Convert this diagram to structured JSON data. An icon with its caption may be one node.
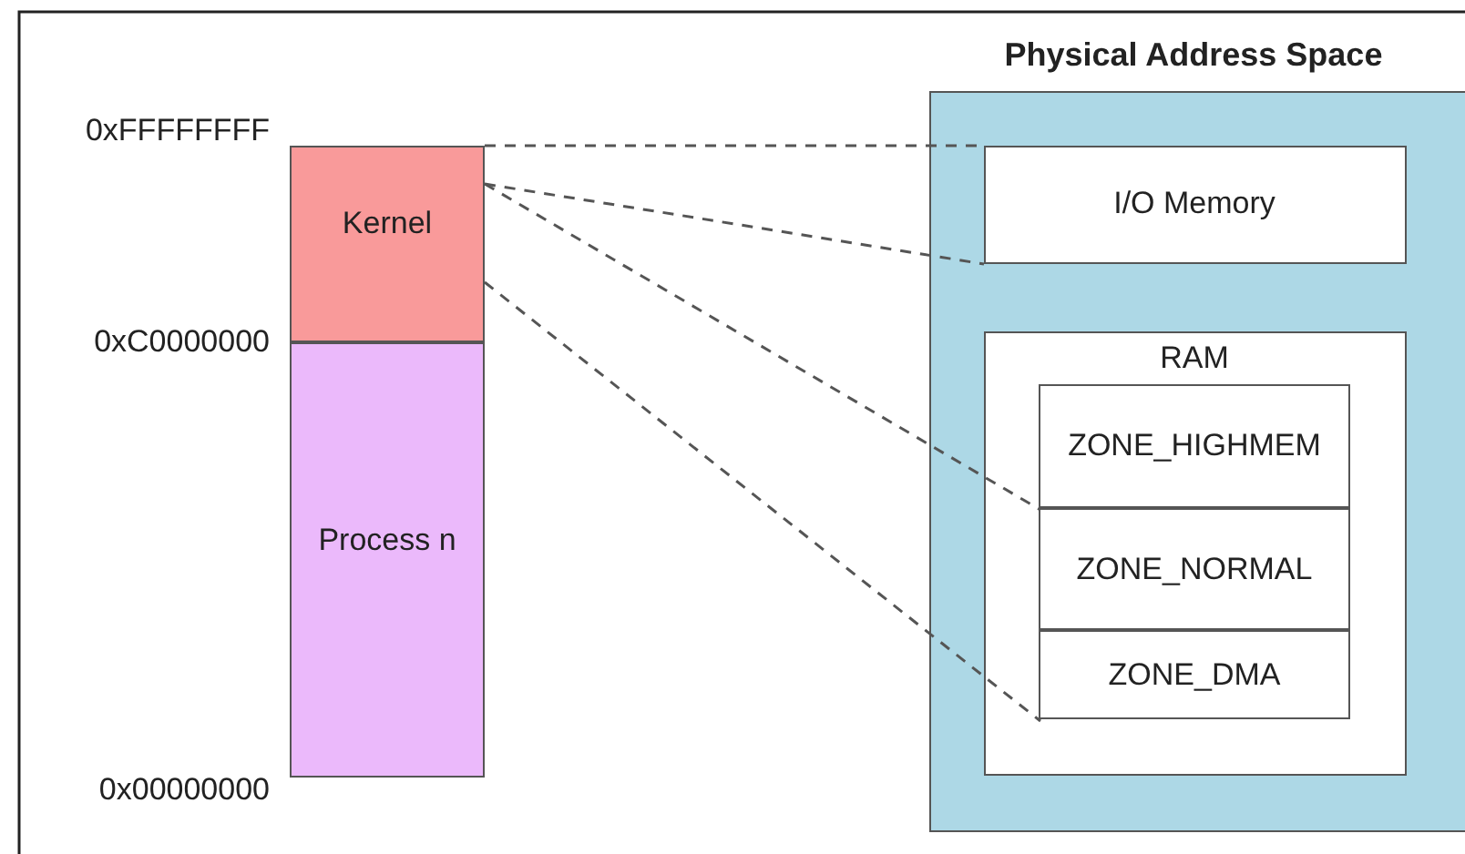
{
  "diagram": {
    "nodes": [
      {
        "text": [
          "Kernel"
        ]
      },
      {
        "text": [
          "Process n"
        ]
      },
      {
        "text": [
          "Physical Address Space"
        ]
      },
      {
        "text": [
          "I/O Memory"
        ],
        "in": 2
      },
      {
        "text": [
          "RAM"
        ],
        "in": 2
      },
      {
        "text": [
          "ZONE_HIGHMEM"
        ],
        "in": 4
      },
      {
        "text": [
          "ZONE_NORMAL"
        ],
        "in": 4
      },
      {
        "text": [
          "ZONE_DMA"
        ],
        "in": 4
      }
    ],
    "edges": [
      {
        "from": 0,
        "to": 3,
        "arrow": "none",
        "style": "dashed"
      },
      {
        "from": 0,
        "to": 3,
        "arrow": "none",
        "style": "dashed"
      },
      {
        "from": 0,
        "to": 5,
        "arrow": "none",
        "style": "dashed"
      },
      {
        "from": 0,
        "to": 7,
        "arrow": "none",
        "style": "dashed"
      }
    ],
    "labels": [
      "0xFFFFFFFF",
      "0xC0000000",
      "0x00000000"
    ]
  }
}
